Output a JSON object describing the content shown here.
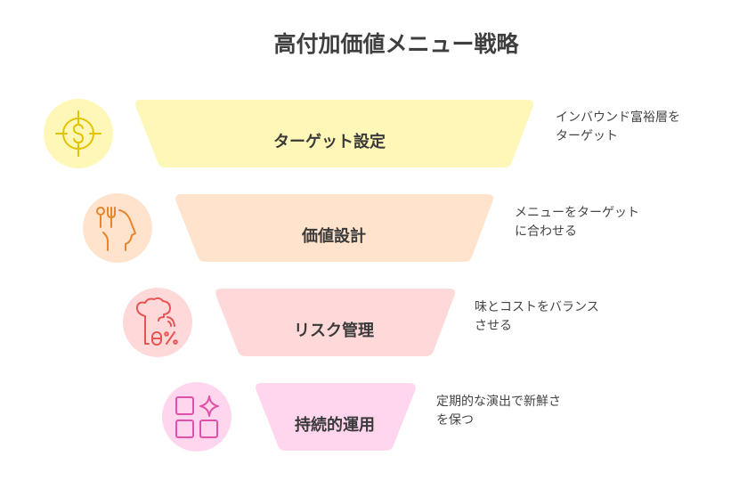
{
  "title": "高付加価値メニュー戦略",
  "colors": {
    "yellow": "#FFF7B8",
    "yellow_icon": "#E2C300",
    "orange": "#FFE3CC",
    "orange_icon": "#E8862E",
    "red": "#FFD9D9",
    "red_icon": "#E85555",
    "pink": "#FFD6EE",
    "pink_icon": "#E052A8"
  },
  "steps": [
    {
      "label": "ターゲット設定",
      "desc": [
        "インバウンド富裕層を",
        "ターゲット"
      ],
      "icon": "target-dollar-icon"
    },
    {
      "label": "価値設計",
      "desc": [
        "メニューをターゲット",
        "に合わせる"
      ],
      "icon": "dining-head-icon"
    },
    {
      "label": "リスク管理",
      "desc": [
        "味とコストをバランス",
        "させる"
      ],
      "icon": "chef-percent-icon"
    },
    {
      "label": "持続的運用",
      "desc": [
        "定期的な演出で新鮮さ",
        "を保つ"
      ],
      "icon": "grid-sparkle-icon"
    }
  ]
}
